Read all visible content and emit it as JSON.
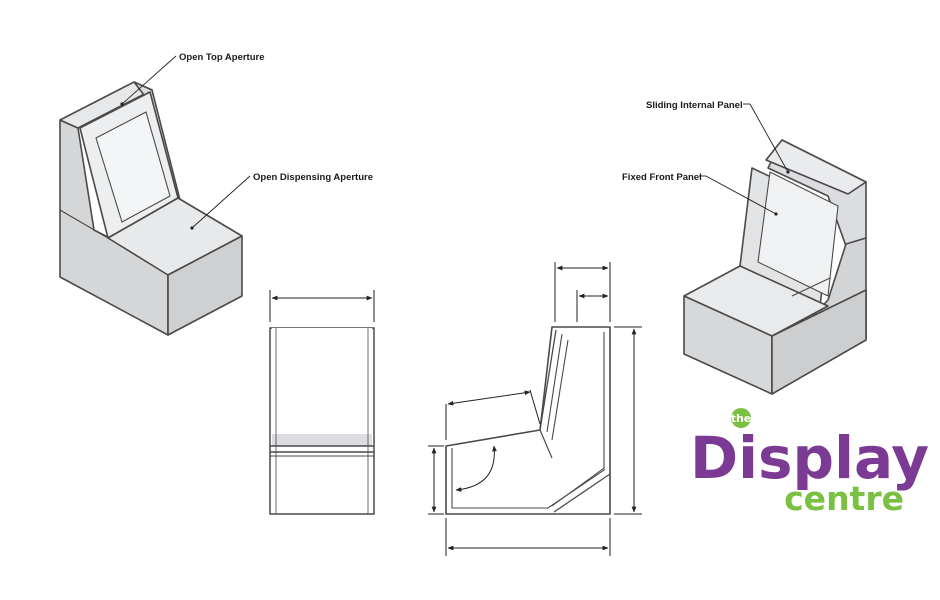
{
  "callouts": {
    "open_top_aperture": "Open Top Aperture",
    "open_dispensing_aperture": "Open Dispensing Aperture",
    "sliding_internal_panel": "Sliding Internal Panel",
    "fixed_front_panel": "Fixed Front Panel"
  },
  "logo": {
    "the": "the",
    "display": "Display",
    "centre": "centre",
    "purple": "#7b3a93",
    "green": "#7ac143"
  },
  "colors": {
    "outline": "#4a4a4a",
    "panel_fill": "#d9dadc",
    "panel_light": "#eeeff0"
  }
}
